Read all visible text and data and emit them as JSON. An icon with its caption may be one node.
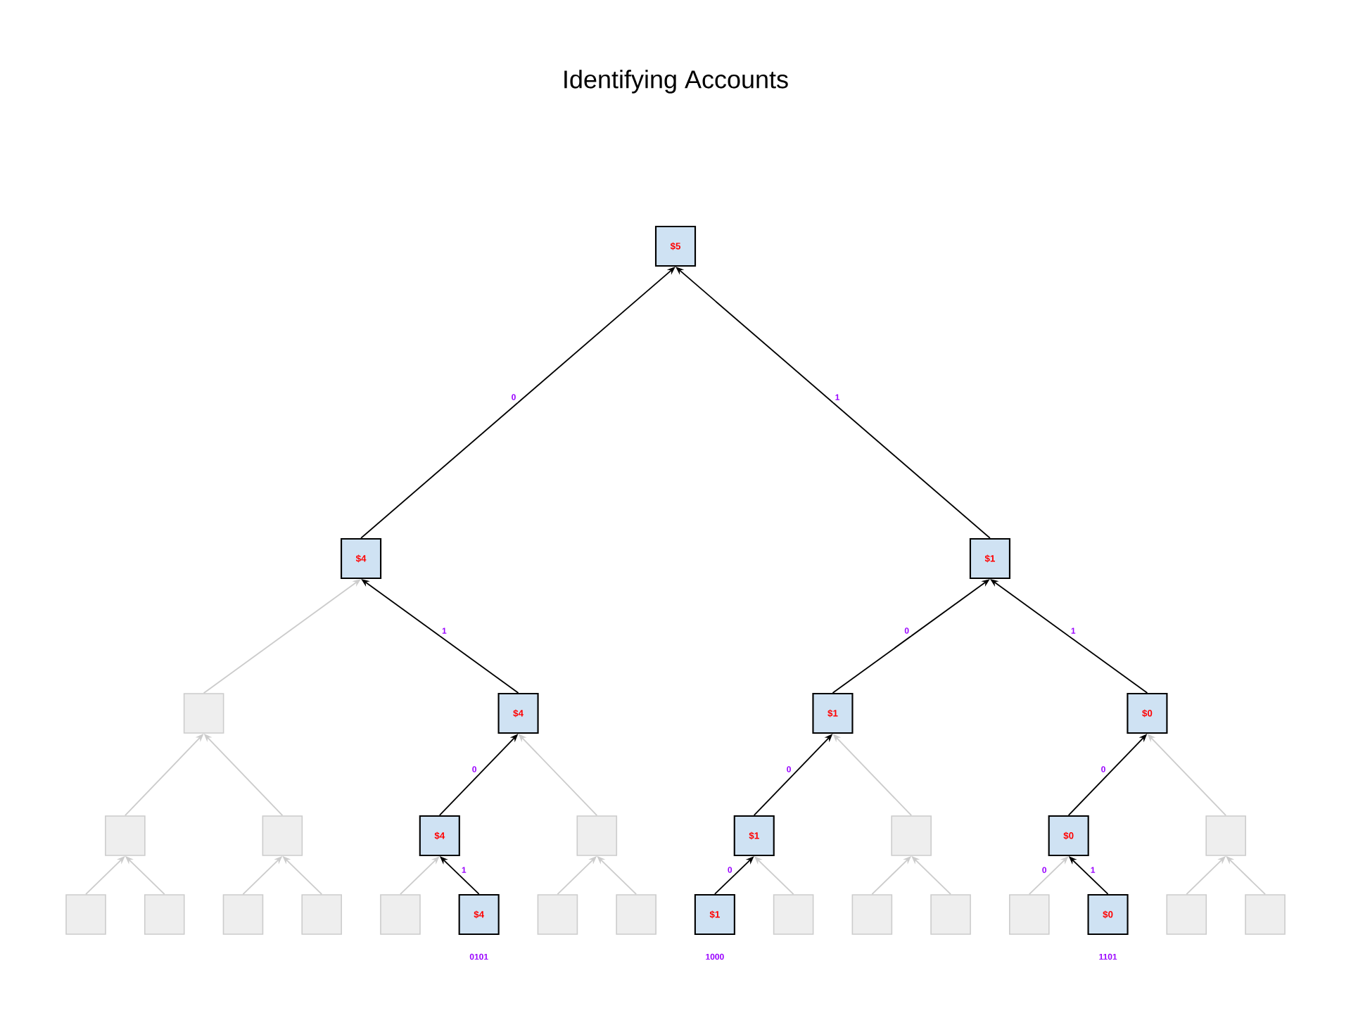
{
  "diagram": {
    "title": "Identifying Accounts",
    "nodes": [
      {
        "text": [
          "$5"
        ]
      },
      {
        "text": [
          "$4"
        ]
      },
      {
        "text": [
          "$1"
        ]
      },
      {
        "text": [],
        "shape": "box"
      },
      {
        "text": [
          "$4"
        ]
      },
      {
        "text": [
          "$1"
        ]
      },
      {
        "text": [
          "$0"
        ]
      },
      {
        "text": [],
        "shape": "box"
      },
      {
        "text": [],
        "shape": "box"
      },
      {
        "text": [
          "$4"
        ]
      },
      {
        "text": [],
        "shape": "box"
      },
      {
        "text": [
          "$1"
        ]
      },
      {
        "text": [],
        "shape": "box"
      },
      {
        "text": [
          "$0"
        ]
      },
      {
        "text": [],
        "shape": "box"
      },
      {
        "text": [],
        "shape": "box"
      },
      {
        "text": [],
        "shape": "box"
      },
      {
        "text": [],
        "shape": "box"
      },
      {
        "text": [],
        "shape": "box"
      },
      {
        "text": [],
        "shape": "box"
      },
      {
        "text": [
          "$4"
        ],
        "beside": [
          "0101"
        ]
      },
      {
        "text": [],
        "shape": "box"
      },
      {
        "text": [],
        "shape": "box"
      },
      {
        "text": [
          "$1"
        ],
        "beside": [
          "1000"
        ]
      },
      {
        "text": [],
        "shape": "box"
      },
      {
        "text": [],
        "shape": "box"
      },
      {
        "text": [],
        "shape": "box"
      },
      {
        "text": [],
        "shape": "box"
      },
      {
        "text": [
          "$0"
        ],
        "beside": [
          "1101"
        ]
      },
      {
        "text": [],
        "shape": "box"
      },
      {
        "text": [],
        "shape": "box"
      }
    ],
    "edges": [
      {
        "from": 1,
        "to": 0,
        "arrow": "to",
        "label": "0",
        "color": "#000000"
      },
      {
        "from": 2,
        "to": 0,
        "arrow": "to",
        "label": "1",
        "color": "#000000"
      },
      {
        "from": 3,
        "to": 1,
        "arrow": "to"
      },
      {
        "from": 4,
        "to": 1,
        "arrow": "to",
        "label": "1",
        "color": "#000000"
      },
      {
        "from": 5,
        "to": 2,
        "arrow": "to",
        "label": "0",
        "color": "#000000"
      },
      {
        "from": 6,
        "to": 2,
        "arrow": "to",
        "label": "1",
        "color": "#000000"
      },
      {
        "from": 7,
        "to": 3,
        "arrow": "to"
      },
      {
        "from": 8,
        "to": 3,
        "arrow": "to"
      },
      {
        "from": 9,
        "to": 4,
        "arrow": "to",
        "label": "0",
        "color": "#000000"
      },
      {
        "from": 10,
        "to": 4,
        "arrow": "to"
      },
      {
        "from": 11,
        "to": 5,
        "arrow": "to",
        "label": "0",
        "color": "#000000"
      },
      {
        "from": 12,
        "to": 5,
        "arrow": "to"
      },
      {
        "from": 13,
        "to": 6,
        "arrow": "to",
        "label": "0",
        "color": "#000000"
      },
      {
        "from": 14,
        "to": 6,
        "arrow": "to"
      },
      {
        "from": 15,
        "to": 7,
        "arrow": "to"
      },
      {
        "from": 16,
        "to": 7,
        "arrow": "to"
      },
      {
        "from": 17,
        "to": 8,
        "arrow": "to"
      },
      {
        "from": 18,
        "to": 8,
        "arrow": "to"
      },
      {
        "from": 19,
        "to": 9,
        "arrow": "to"
      },
      {
        "from": 20,
        "to": 9,
        "arrow": "to",
        "label": "1",
        "color": "#000000"
      },
      {
        "from": 21,
        "to": 10,
        "arrow": "to"
      },
      {
        "from": 22,
        "to": 10,
        "arrow": "to"
      },
      {
        "from": 23,
        "to": 11,
        "arrow": "to",
        "label": "0",
        "color": "#000000"
      },
      {
        "from": 24,
        "to": 11,
        "arrow": "to"
      },
      {
        "from": 25,
        "to": 12,
        "arrow": "to"
      },
      {
        "from": 26,
        "to": 12,
        "arrow": "to"
      },
      {
        "from": 27,
        "to": 13,
        "arrow": "to",
        "label": "0"
      },
      {
        "from": 28,
        "to": 13,
        "arrow": "to",
        "label": "1",
        "color": "#000000"
      },
      {
        "from": 29,
        "to": 14,
        "arrow": "to"
      },
      {
        "from": 30,
        "to": 14,
        "arrow": "to"
      }
    ]
  }
}
